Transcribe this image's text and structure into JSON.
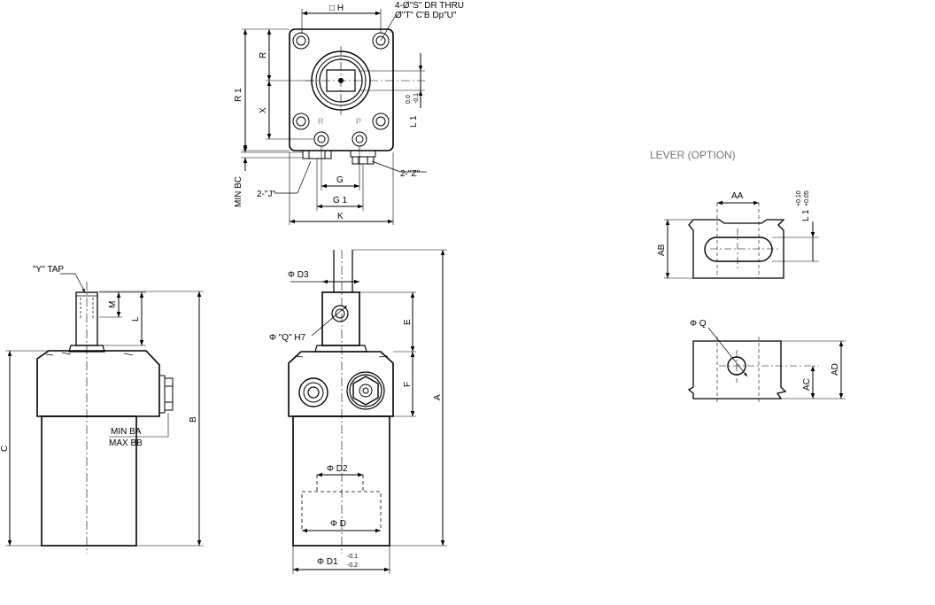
{
  "top_view": {
    "dim_h": "□ H",
    "note_line1": "4-Ø\"S\" DR THRU",
    "note_line2": "Ø\"T\" C'B Dp\"U\"",
    "dim_r": "R",
    "dim_r1": "R 1",
    "dim_x": "X",
    "dim_l1": "L 1",
    "tol_l1_upper": "0.0",
    "tol_l1_lower": "-0.1",
    "port_r": "R",
    "port_p": "P",
    "dim_min_bc": "MIN BC",
    "dim_z": "2-\"Z\"",
    "dim_j": "2-\"J\"",
    "dim_g": "G",
    "dim_g1": "G 1",
    "dim_k": "K"
  },
  "side_view": {
    "tap": "\"Y\" TAP",
    "dim_m": "M",
    "dim_l": "L",
    "dim_min_ba": "MIN BA",
    "dim_max_bb": "MAX BB",
    "dim_b": "B",
    "dim_c": "C"
  },
  "front_view": {
    "dim_d3": "Φ D3",
    "dim_q": "Φ \"Q\" H7",
    "dim_e": "E",
    "dim_f": "F",
    "dim_a": "A",
    "dim_d2": "Φ D2",
    "dim_d": "Φ D",
    "dim_d1": "Φ D1",
    "tol_d1_upper": "-0.1",
    "tol_d1_lower": "-0.2"
  },
  "lever": {
    "title": "LEVER (OPTION)",
    "dim_aa": "AA",
    "dim_ab": "AB",
    "dim_l1": "L 1",
    "tol_l1_upper": "+0.10",
    "tol_l1_lower": "+0.05",
    "dim_q": "Φ Q",
    "dim_ac": "AC",
    "dim_ad": "AD"
  }
}
